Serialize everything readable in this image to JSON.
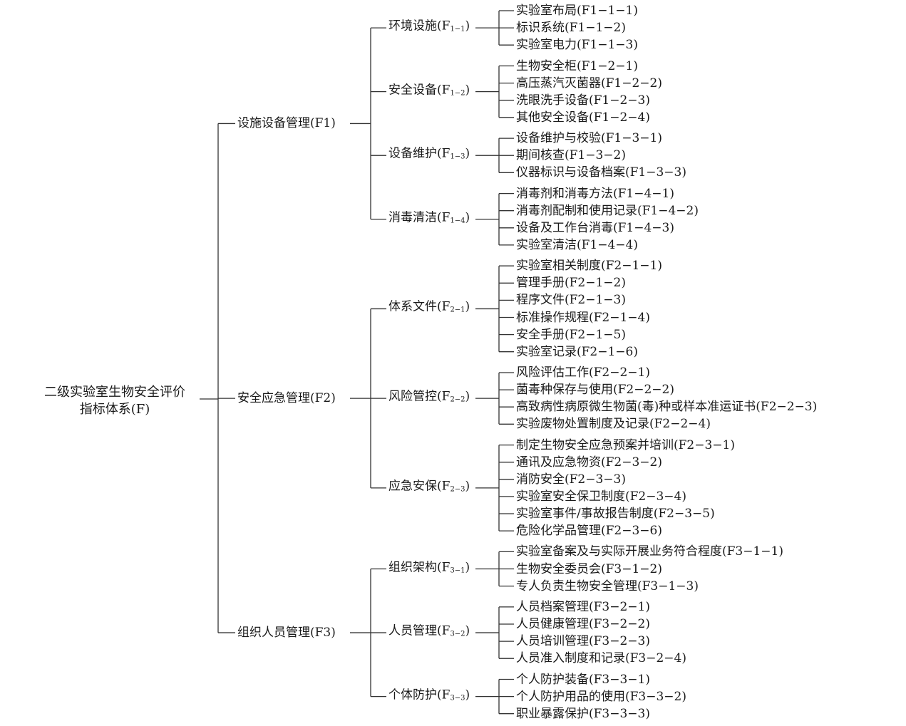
{
  "root": {
    "line1": "二级实验室生物安全评价",
    "line2": "指标体系(F)"
  },
  "groups": [
    {
      "label": "设施设备管理(F1)",
      "subs": [
        {
          "label": "环境设施",
          "code_pre": "(F",
          "code_sub": "1−1",
          "code_post": ")",
          "items": [
            "实验室布局(F1−1−1)",
            "标识系统(F1−1−2)",
            "实验室电力(F1−1−3)"
          ]
        },
        {
          "label": "安全设备",
          "code_pre": "(F",
          "code_sub": "1−2",
          "code_post": ")",
          "items": [
            "生物安全柜(F1−2−1)",
            "高压蒸汽灭菌器(F1−2−2)",
            "洗眼洗手设备(F1−2−3)",
            "其他安全设备(F1−2−4)"
          ]
        },
        {
          "label": "设备维护",
          "code_pre": "(F",
          "code_sub": "1−3",
          "code_post": ")",
          "items": [
            "设备维护与校验(F1−3−1)",
            "期间核查(F1−3−2)",
            "仪器标识与设备档案(F1−3−3)"
          ]
        },
        {
          "label": "消毒清洁",
          "code_pre": "(F",
          "code_sub": "1−4",
          "code_post": ")",
          "items": [
            "消毒剂和消毒方法(F1−4−1)",
            "消毒剂配制和使用记录(F1−4−2)",
            "设备及工作台消毒(F1−4−3)",
            "实验室清洁(F1−4−4)"
          ]
        }
      ]
    },
    {
      "label": "安全应急管理(F2)",
      "subs": [
        {
          "label": "体系文件",
          "code_pre": "(F",
          "code_sub": "2−1",
          "code_post": ")",
          "items": [
            "实验室相关制度(F2−1−1)",
            "管理手册(F2−1−2)",
            "程序文件(F2−1−3)",
            "标准操作规程(F2−1−4)",
            "安全手册(F2−1−5)",
            "实验室记录(F2−1−6)"
          ]
        },
        {
          "label": "风险管控",
          "code_pre": "(F",
          "code_sub": "2−2",
          "code_post": ")",
          "items": [
            "风险评估工作(F2−2−1)",
            "菌毒种保存与使用(F2−2−2)",
            "高致病性病原微生物菌(毒)种或样本准运证书(F2−2−3)",
            "实验废物处置制度及记录(F2−2−4)"
          ]
        },
        {
          "label": "应急安保",
          "code_pre": "(F",
          "code_sub": "2−3",
          "code_post": ")",
          "items": [
            "制定生物安全应急预案并培训(F2−3−1)",
            "通讯及应急物资(F2−3−2)",
            "消防安全(F2−3−3)",
            "实验室安全保卫制度(F2−3−4)",
            "实验室事件/事故报告制度(F2−3−5)",
            "危险化学品管理(F2−3−6)"
          ]
        }
      ]
    },
    {
      "label": "组织人员管理(F3)",
      "subs": [
        {
          "label": "组织架构",
          "code_pre": "(F",
          "code_sub": "3−1",
          "code_post": ")",
          "items": [
            "实验室备案及与实际开展业务符合程度(F3−1−1)",
            "生物安全委员会(F3−1−2)",
            "专人负责生物安全管理(F3−1−3)"
          ]
        },
        {
          "label": "人员管理",
          "code_pre": "(F",
          "code_sub": "3−2",
          "code_post": ")",
          "items": [
            "人员档案管理(F3−2−1)",
            "人员健康管理(F3−2−2)",
            "人员培训管理(F3−2−3)",
            "人员准入制度和记录(F3−2−4)"
          ]
        },
        {
          "label": "个体防护",
          "code_pre": "(F",
          "code_sub": "3−3",
          "code_post": ")",
          "items": [
            "个人防护装备(F3−3−1)",
            "个人防护用品的使用(F3−3−2)",
            "职业暴露保护(F3−3−3)"
          ]
        }
      ]
    }
  ]
}
